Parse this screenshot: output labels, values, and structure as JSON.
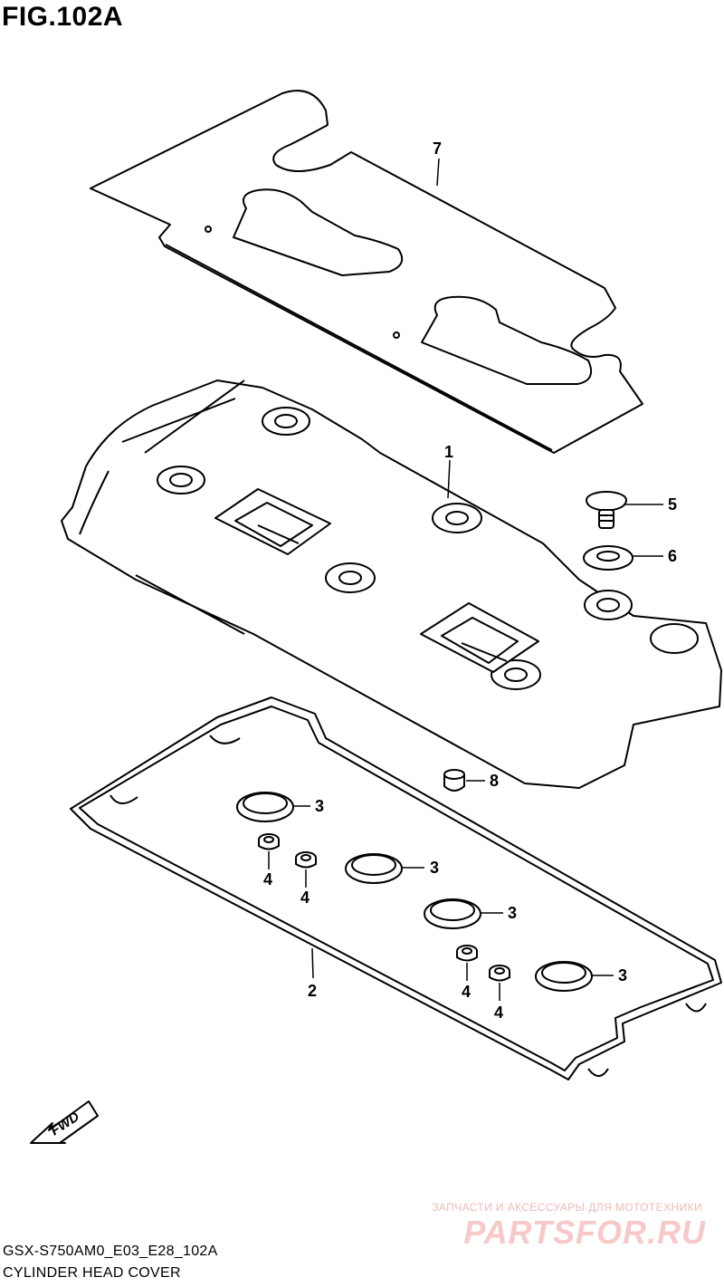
{
  "figure": {
    "title": "FIG.102A",
    "model_code": "GSX-S750AM0_E03_E28_102A",
    "caption": "CYLINDER HEAD COVER"
  },
  "callouts": [
    "1",
    "2",
    "3",
    "4",
    "5",
    "6",
    "7",
    "8"
  ],
  "fwd_label": "FWD",
  "watermark": {
    "tagline": "ЗАПЧАСТИ И АКСЕССУАРЫ ДЛЯ МОТОТЕХНИКИ",
    "brand": "PARTSFOR.RU"
  },
  "colors": {
    "line": "#000000",
    "watermark": "#f2b8b8"
  }
}
